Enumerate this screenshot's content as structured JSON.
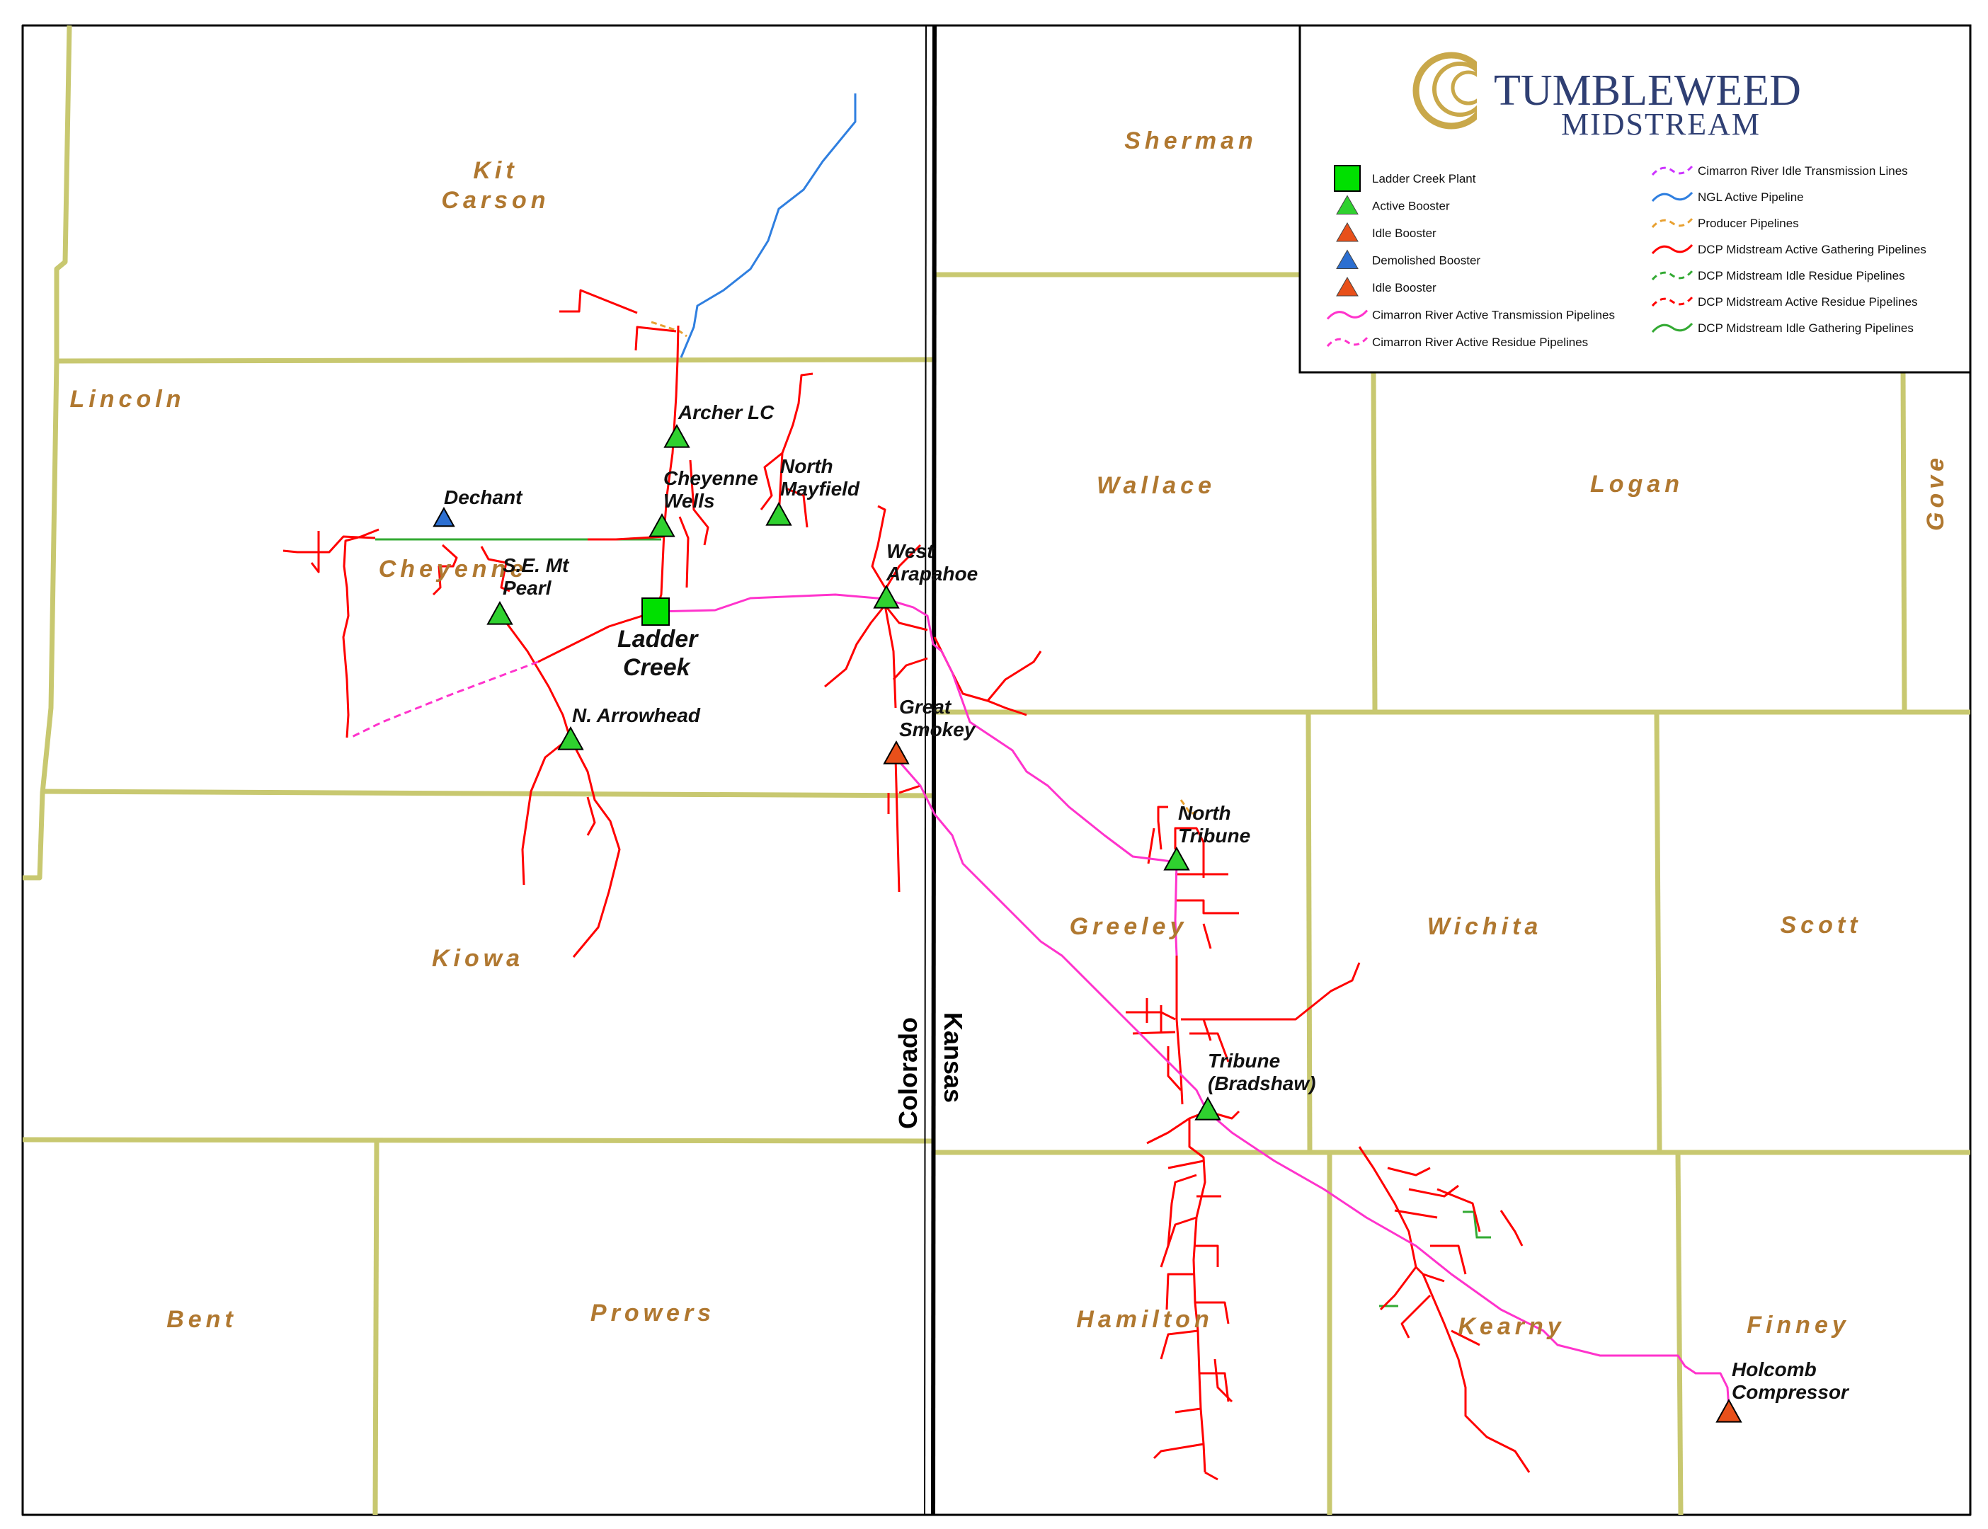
{
  "brand": {
    "name": "TUMBLEWEED",
    "sub": "MIDSTREAM"
  },
  "states": {
    "west": "Colorado",
    "east": "Kansas"
  },
  "counties": [
    {
      "id": "kit-carson",
      "lines": [
        "Kit",
        "Carson"
      ]
    },
    {
      "id": "sherman",
      "lines": [
        "Sherman"
      ]
    },
    {
      "id": "lincoln",
      "lines": [
        "Lincoln"
      ]
    },
    {
      "id": "cheyenne",
      "lines": [
        "Cheyenne"
      ]
    },
    {
      "id": "wallace",
      "lines": [
        "Wallace"
      ]
    },
    {
      "id": "logan",
      "lines": [
        "Logan"
      ]
    },
    {
      "id": "gove",
      "lines": [
        "Gove"
      ]
    },
    {
      "id": "kiowa",
      "lines": [
        "Kiowa"
      ]
    },
    {
      "id": "greeley",
      "lines": [
        "Greeley"
      ]
    },
    {
      "id": "wichita",
      "lines": [
        "Wichita"
      ]
    },
    {
      "id": "scott",
      "lines": [
        "Scott"
      ]
    },
    {
      "id": "bent",
      "lines": [
        "Bent"
      ]
    },
    {
      "id": "prowers",
      "lines": [
        "Prowers"
      ]
    },
    {
      "id": "hamilton",
      "lines": [
        "Hamilton"
      ]
    },
    {
      "id": "kearny",
      "lines": [
        "Kearny"
      ]
    },
    {
      "id": "finney",
      "lines": [
        "Finney"
      ]
    }
  ],
  "facilities": [
    {
      "id": "ladder-creek",
      "kind": "plant",
      "lines": [
        "Ladder",
        "Creek"
      ]
    },
    {
      "id": "archer-lc",
      "kind": "active",
      "lines": [
        "Archer LC"
      ]
    },
    {
      "id": "cheyenne-wells",
      "kind": "active",
      "lines": [
        "Cheyenne",
        "Wells"
      ]
    },
    {
      "id": "north-mayfield",
      "kind": "active",
      "lines": [
        "North",
        "Mayfield"
      ]
    },
    {
      "id": "dechant",
      "kind": "demolished",
      "lines": [
        "Dechant"
      ]
    },
    {
      "id": "se-mt-pearl",
      "kind": "active",
      "lines": [
        "S.E. Mt",
        "Pearl"
      ]
    },
    {
      "id": "west-arapahoe",
      "kind": "active",
      "lines": [
        "West",
        "Arapahoe"
      ]
    },
    {
      "id": "n-arrowhead",
      "kind": "active",
      "lines": [
        "N. Arrowhead"
      ]
    },
    {
      "id": "great-smokey",
      "kind": "idle",
      "lines": [
        "Great",
        "Smokey"
      ]
    },
    {
      "id": "north-tribune",
      "kind": "active",
      "lines": [
        "North",
        "Tribune"
      ]
    },
    {
      "id": "tribune-bradshaw",
      "kind": "active",
      "lines": [
        "Tribune",
        "(Bradshaw)"
      ]
    },
    {
      "id": "holcomb-compressor",
      "kind": "idle",
      "lines": [
        "Holcomb",
        "Compressor"
      ]
    }
  ],
  "legend": {
    "left": [
      {
        "id": "ladder-creek-plant",
        "symbol": "square",
        "color": "#00e000",
        "label": "Ladder Creek Plant"
      },
      {
        "id": "active-booster",
        "symbol": "triangle",
        "color": "#2fd12f",
        "label": "Active Booster"
      },
      {
        "id": "idle-booster-1",
        "symbol": "triangle",
        "color": "#e8501a",
        "label": "Idle Booster"
      },
      {
        "id": "demolished-booster",
        "symbol": "triangle",
        "color": "#2c6fd1",
        "label": "Demolished Booster"
      },
      {
        "id": "idle-booster-2",
        "symbol": "triangle",
        "color": "#e8501a",
        "label": "Idle Booster"
      },
      {
        "id": "cimarron-active-transmission",
        "symbol": "line",
        "color": "#ff33cc",
        "dash": "",
        "label": "Cimarron River Active Transmission Pipelines"
      },
      {
        "id": "cimarron-active-residue",
        "symbol": "line",
        "color": "#ff33cc",
        "dash": "8 6",
        "label": "Cimarron River Active Residue Pipelines"
      }
    ],
    "right": [
      {
        "id": "cimarron-idle-transmission",
        "symbol": "line",
        "color": "#cc33ff",
        "dash": "8 6",
        "label": "Cimarron River Idle Transmission Lines"
      },
      {
        "id": "ngl-active",
        "symbol": "line",
        "color": "#2f7fe0",
        "dash": "",
        "label": "NGL Active Pipeline"
      },
      {
        "id": "producer",
        "symbol": "line",
        "color": "#e8a030",
        "dash": "8 6",
        "label": "Producer Pipelines"
      },
      {
        "id": "dcp-active-gathering",
        "symbol": "line",
        "color": "#ff0000",
        "dash": "",
        "label": "DCP Midstream Active Gathering Pipelines"
      },
      {
        "id": "dcp-idle-residue",
        "symbol": "line",
        "color": "#33aa33",
        "dash": "8 6",
        "label": "DCP Midstream Idle Residue Pipelines"
      },
      {
        "id": "dcp-active-residue",
        "symbol": "line",
        "color": "#ff0000",
        "dash": "8 6",
        "label": "DCP Midstream Active Residue Pipelines"
      },
      {
        "id": "dcp-idle-gathering",
        "symbol": "line",
        "color": "#33aa33",
        "dash": "",
        "label": "DCP Midstream Idle Gathering Pipelines"
      }
    ]
  },
  "colors": {
    "county_border": "#c8c870",
    "state_line": "#000000",
    "gathering": "#ff0000",
    "transmission": "#ff33cc",
    "ngl": "#2f7fe0",
    "residue_green": "#33aa33",
    "producer": "#e8a030"
  }
}
